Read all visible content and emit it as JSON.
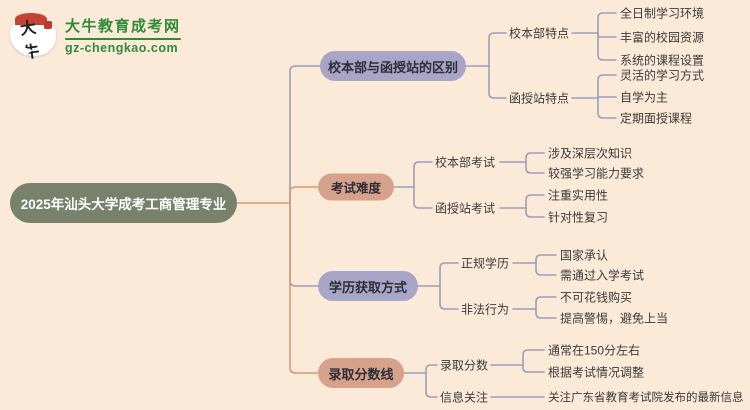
{
  "palette": {
    "background": "#fcead9",
    "root_node": "#78816c",
    "lavender_node": "#a9a5c7",
    "salmon_node": "#d6a28b",
    "lavender_line": "#a09cba",
    "salmon_line": "#d09a7d",
    "brand_green": "#2f8b3a",
    "seal_red": "#c0392b"
  },
  "logo": {
    "icon_text": "大牛",
    "site_name": "大牛教育成考网",
    "site_domain": "gz-chengkao.com"
  },
  "root": {
    "label": "2025年汕头大学成考工商管理专业"
  },
  "branches": [
    {
      "label": "校本部与函授站的区别",
      "children": [
        {
          "label": "校本部特点",
          "leaves": [
            "全日制学习环境",
            "丰富的校园资源",
            "系统的课程设置"
          ]
        },
        {
          "label": "函授站特点",
          "leaves": [
            "灵活的学习方式",
            "自学为主",
            "定期面授课程"
          ]
        }
      ]
    },
    {
      "label": "考试难度",
      "children": [
        {
          "label": "校本部考试",
          "leaves": [
            "涉及深层次知识",
            "较强学习能力要求"
          ]
        },
        {
          "label": "函授站考试",
          "leaves": [
            "注重实用性",
            "针对性复习"
          ]
        }
      ]
    },
    {
      "label": "学历获取方式",
      "children": [
        {
          "label": "正规学历",
          "leaves": [
            "国家承认",
            "需通过入学考试"
          ]
        },
        {
          "label": "非法行为",
          "leaves": [
            "不可花钱购买",
            "提高警惕，避免上当"
          ]
        }
      ]
    },
    {
      "label": "录取分数线",
      "children": [
        {
          "label": "录取分数",
          "leaves": [
            "通常在150分左右",
            "根据考试情况调整"
          ]
        },
        {
          "label": "信息关注",
          "leaves": [
            "关注广东省教育考试院发布的最新信息"
          ]
        }
      ]
    }
  ]
}
